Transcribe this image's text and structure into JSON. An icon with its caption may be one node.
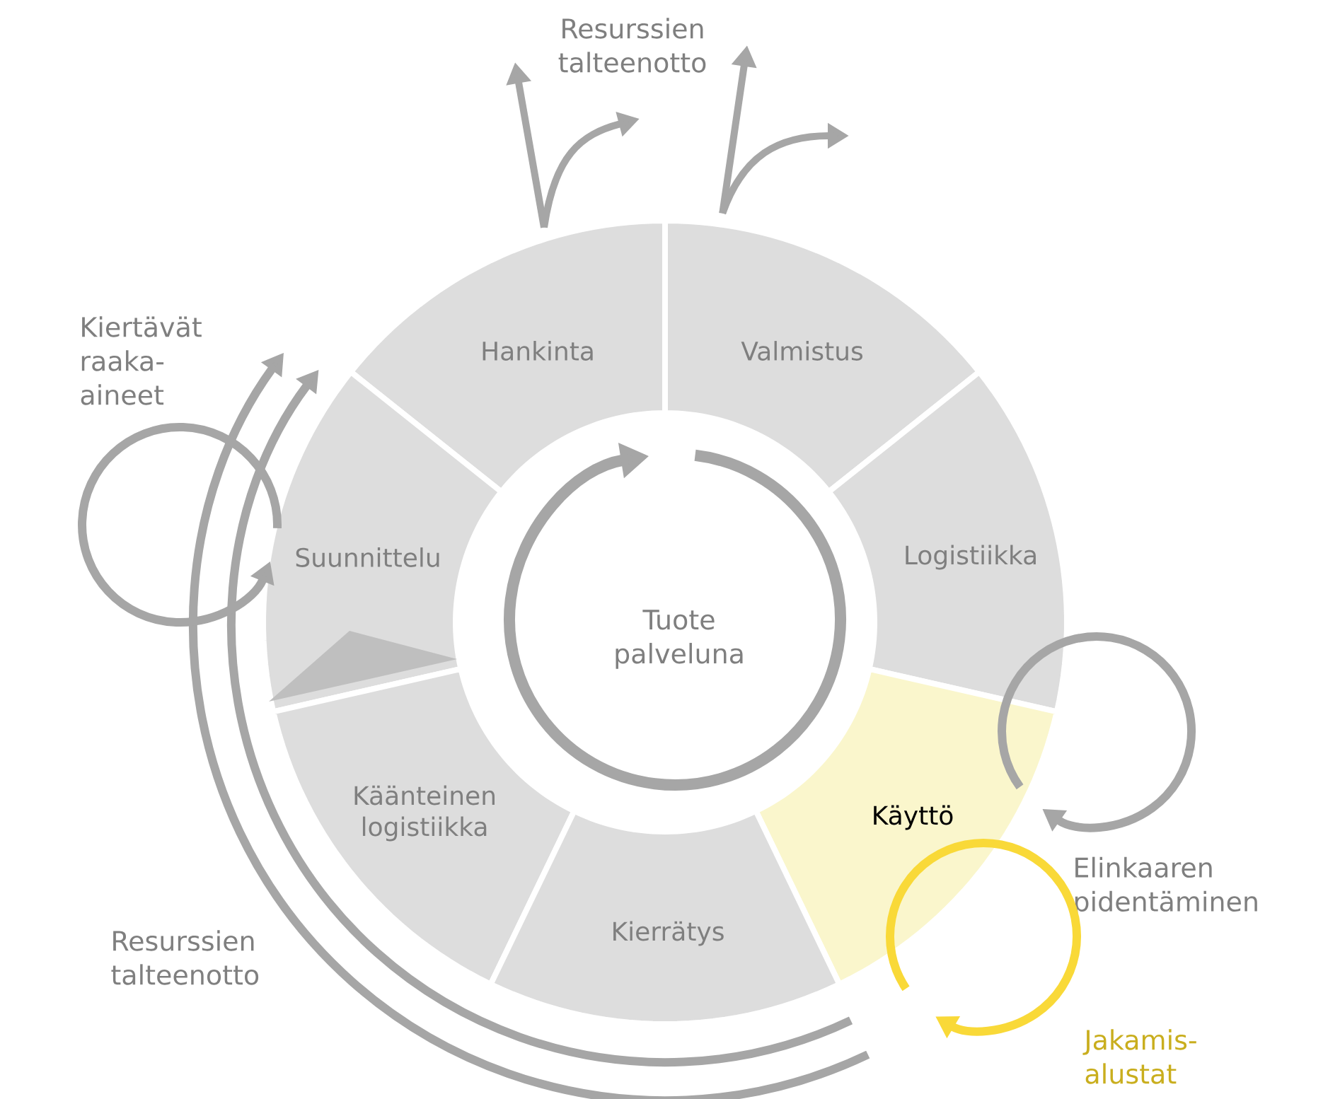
{
  "diagram": {
    "nodes": [
      {
        "text": [
          "Hankinta"
        ]
      },
      {
        "text": [
          "Valmistus"
        ]
      },
      {
        "text": [
          "Suunnittelu"
        ]
      },
      {
        "text": [
          "Tuote palveluna"
        ]
      },
      {
        "text": [
          "Logistiikka"
        ]
      },
      {
        "text": [
          "Käyttö"
        ]
      },
      {
        "text": [
          "Käänteinen logistiikka"
        ]
      },
      {
        "text": [
          "Kierrätys"
        ]
      }
    ],
    "edges": [
      {
        "from": 0,
        "to": null,
        "arrow": "to"
      },
      {
        "from": 0,
        "to": null,
        "arrow": "to"
      },
      {
        "from": 1,
        "to": null,
        "arrow": "to"
      },
      {
        "from": 1,
        "to": null,
        "arrow": "to"
      },
      {
        "from": 2,
        "to": 2,
        "arrow": "to"
      },
      {
        "from": 5,
        "to": null,
        "arrow": "to"
      },
      {
        "from": 5,
        "to": null,
        "arrow": "to",
        "color": "#f9d938"
      }
    ],
    "labels": [
      "Resurssien talteenotto",
      "Kiertävät raaka-aineet",
      "Elinkaaren pidentäminen",
      "Resurssien talteenotto",
      "Jakamis-alustat"
    ]
  }
}
